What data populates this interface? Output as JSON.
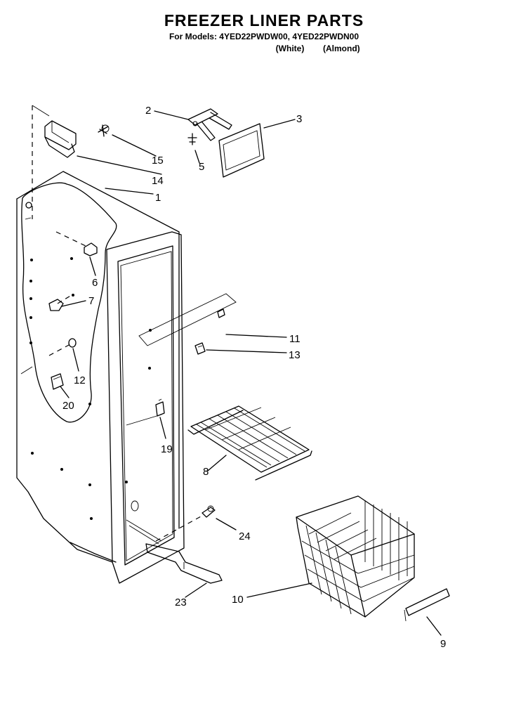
{
  "header": {
    "title": "FREEZER LINER PARTS",
    "models_line": "For Models: 4YED22PWDW00, 4YED22PWDN00",
    "color_white": "(White)",
    "color_almond": "(Almond)"
  },
  "callouts": {
    "c1": "1",
    "c2": "2",
    "c3": "3",
    "c5": "5",
    "c6": "6",
    "c7": "7",
    "c8": "8",
    "c9": "9",
    "c10": "10",
    "c11": "11",
    "c12": "12",
    "c13": "13",
    "c14": "14",
    "c15": "15",
    "c19": "19",
    "c20": "20",
    "c23": "23",
    "c24": "24"
  }
}
